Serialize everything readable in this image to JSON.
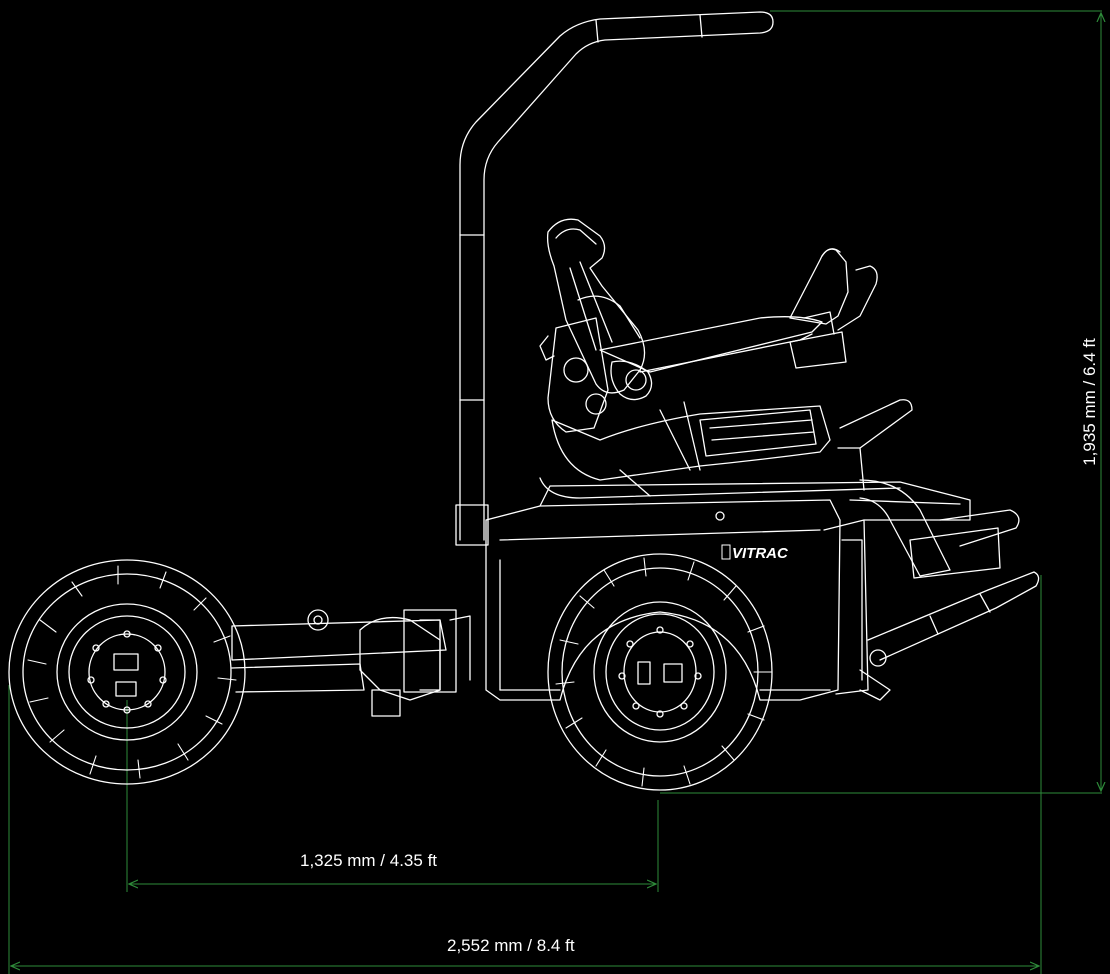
{
  "drawing": {
    "brand_mark": "VITRAC",
    "background_color": "#000000",
    "line_color": "#ffffff",
    "dimension_color": "#2e8b3a"
  },
  "dimensions": {
    "height": "1,935 mm / 6.4 ft",
    "wheelbase": "1,325 mm / 4.35 ft",
    "overall_length": "2,552 mm / 8.4 ft"
  }
}
